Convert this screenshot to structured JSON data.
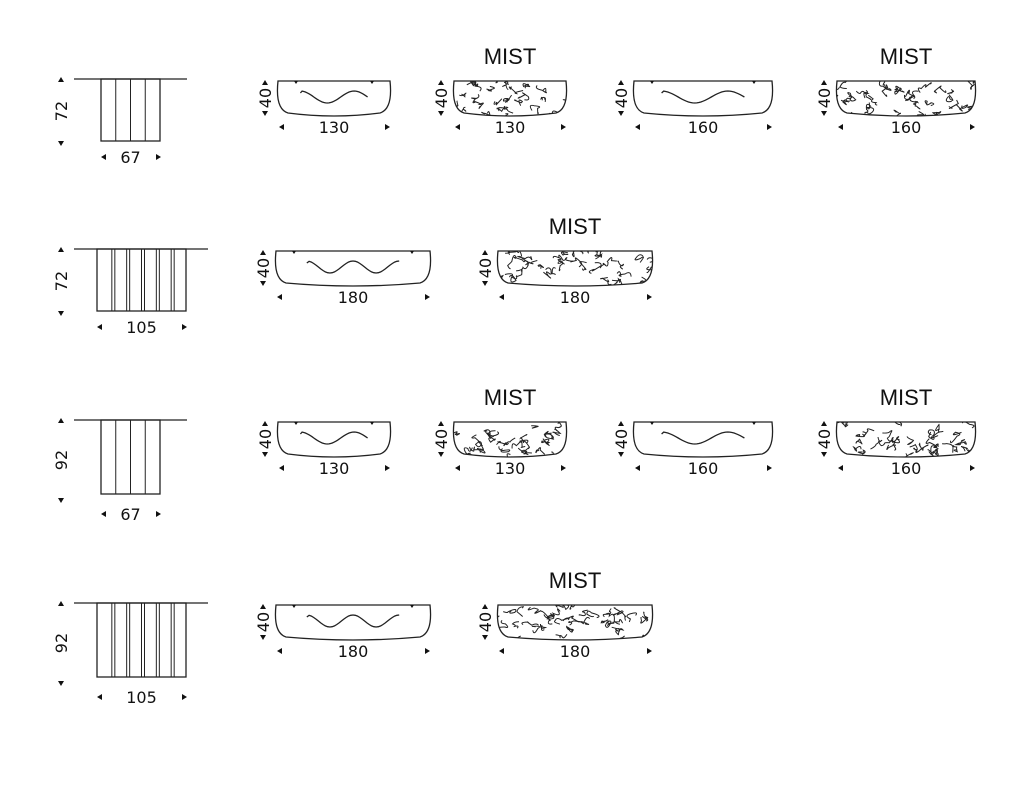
{
  "colors": {
    "line": "#222222",
    "text": "#111111",
    "background": "#ffffff"
  },
  "rows": [
    {
      "base": {
        "height": "72",
        "width": "67"
      },
      "tops": [
        {
          "variant": "plain",
          "label": "",
          "depth": "40",
          "width": "130"
        },
        {
          "variant": "pattern",
          "label": "MIST",
          "depth": "40",
          "width": "130"
        },
        {
          "variant": "plain",
          "label": "",
          "depth": "40",
          "width": "160"
        },
        {
          "variant": "pattern",
          "label": "MIST",
          "depth": "40",
          "width": "160"
        }
      ]
    },
    {
      "base": {
        "height": "72",
        "width": "105"
      },
      "tops": [
        {
          "variant": "plain",
          "label": "",
          "depth": "40",
          "width": "180"
        },
        {
          "variant": "pattern",
          "label": "MIST",
          "depth": "40",
          "width": "180"
        }
      ]
    },
    {
      "base": {
        "height": "92",
        "width": "67"
      },
      "tops": [
        {
          "variant": "plain",
          "label": "",
          "depth": "40",
          "width": "130"
        },
        {
          "variant": "pattern",
          "label": "MIST",
          "depth": "40",
          "width": "130"
        },
        {
          "variant": "plain",
          "label": "",
          "depth": "40",
          "width": "160"
        },
        {
          "variant": "pattern",
          "label": "MIST",
          "depth": "40",
          "width": "160"
        }
      ]
    },
    {
      "base": {
        "height": "92",
        "width": "105"
      },
      "tops": [
        {
          "variant": "plain",
          "label": "",
          "depth": "40",
          "width": "180"
        },
        {
          "variant": "pattern",
          "label": "MIST",
          "depth": "40",
          "width": "180"
        }
      ]
    }
  ]
}
